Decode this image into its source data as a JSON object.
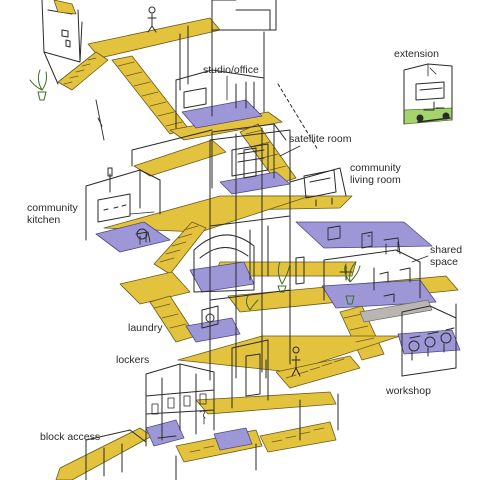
{
  "labels": {
    "studio_office": "studio/office",
    "extension": "extension",
    "satellite_room": "satellite room",
    "community_living_room_line1": "community",
    "community_living_room_line2": "living room",
    "community_kitchen_line1": "community",
    "community_kitchen_line2": "kitchen",
    "shared_space_line1": "shared",
    "shared_space_line2": "space",
    "laundry": "laundry",
    "lockers": "lockers",
    "workshop": "workshop",
    "block_access": "block access"
  },
  "colors": {
    "circulation_yellow": "#e3c23d",
    "room_floor_purple": "#9d97d8",
    "extension_green": "#a5d36d",
    "ink": "#2a2a2a",
    "background": "#ffffff"
  }
}
